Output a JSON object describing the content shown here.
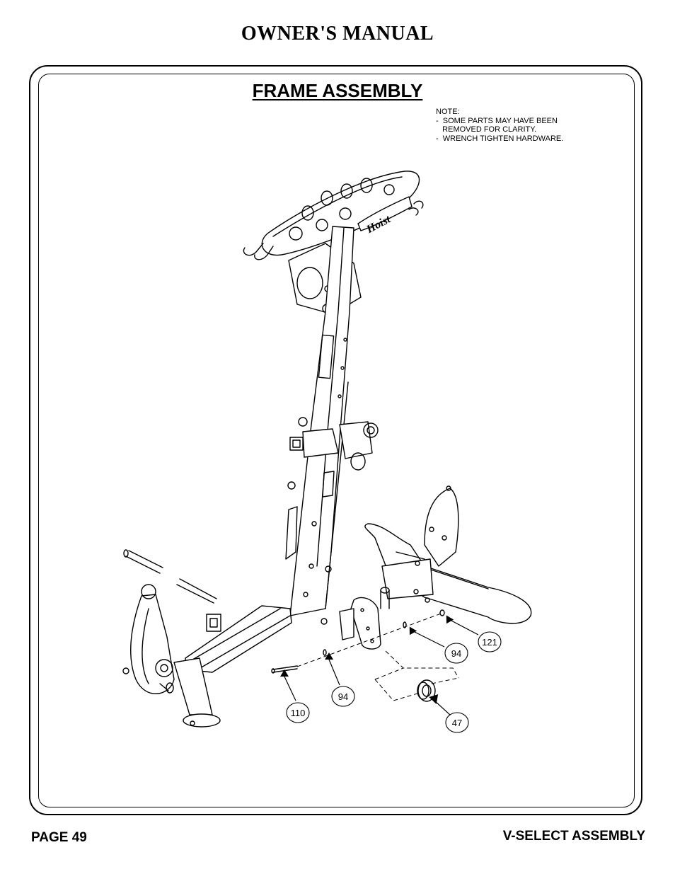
{
  "header": {
    "title": "OWNER'S MANUAL"
  },
  "section": {
    "title": "FRAME ASSEMBLY"
  },
  "note": {
    "heading": "NOTE:",
    "line1": "-  SOME PARTS MAY HAVE BEEN",
    "line2": "   REMOVED FOR CLARITY.",
    "line3": "-  WRENCH TIGHTEN HARDWARE."
  },
  "callouts": {
    "c121": "121",
    "c94a": "94",
    "c94b": "94",
    "c110": "110",
    "c47": "47"
  },
  "logo_text": "Hoist",
  "footer": {
    "page": "PAGE 49",
    "section": "V-SELECT ASSEMBLY"
  }
}
